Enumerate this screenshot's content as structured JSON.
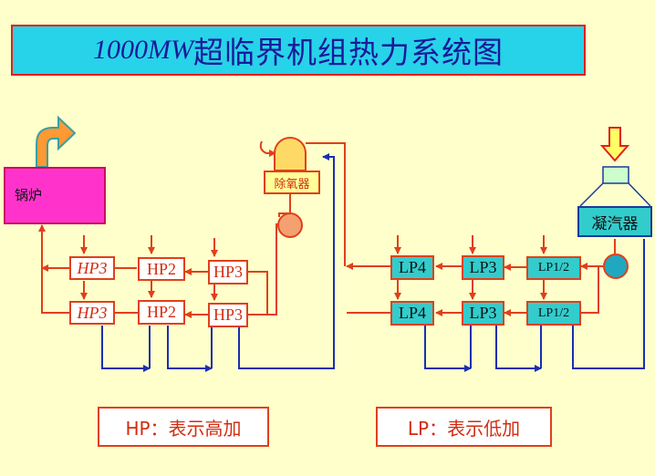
{
  "title": {
    "latin": "1000MW",
    "cn": "超临界机组热力系统图"
  },
  "boiler": {
    "label": "锅炉"
  },
  "deaerator": {
    "label": "除氧器"
  },
  "condenser": {
    "label": "凝汽器"
  },
  "heaters": {
    "hp_top_1": "HP3",
    "hp_top_2": "HP2",
    "hp_top_3": "HP3",
    "hp_bot_1": "HP3",
    "hp_bot_2": "HP2",
    "hp_bot_3": "HP3",
    "lp_top_1": "LP4",
    "lp_top_2": "LP3",
    "lp_top_3": "LP1/2",
    "lp_bot_1": "LP4",
    "lp_bot_2": "LP3",
    "lp_bot_3": "LP1/2"
  },
  "legend": {
    "hp": "HP：表示高加",
    "lp": "LP：表示低加"
  },
  "colors": {
    "pipe_red": "#E0401A",
    "pipe_blue": "#1A2FB0",
    "title_bg": "#27D3E8",
    "boiler": "#FF33CC",
    "lp_fill": "#33CCCC"
  }
}
